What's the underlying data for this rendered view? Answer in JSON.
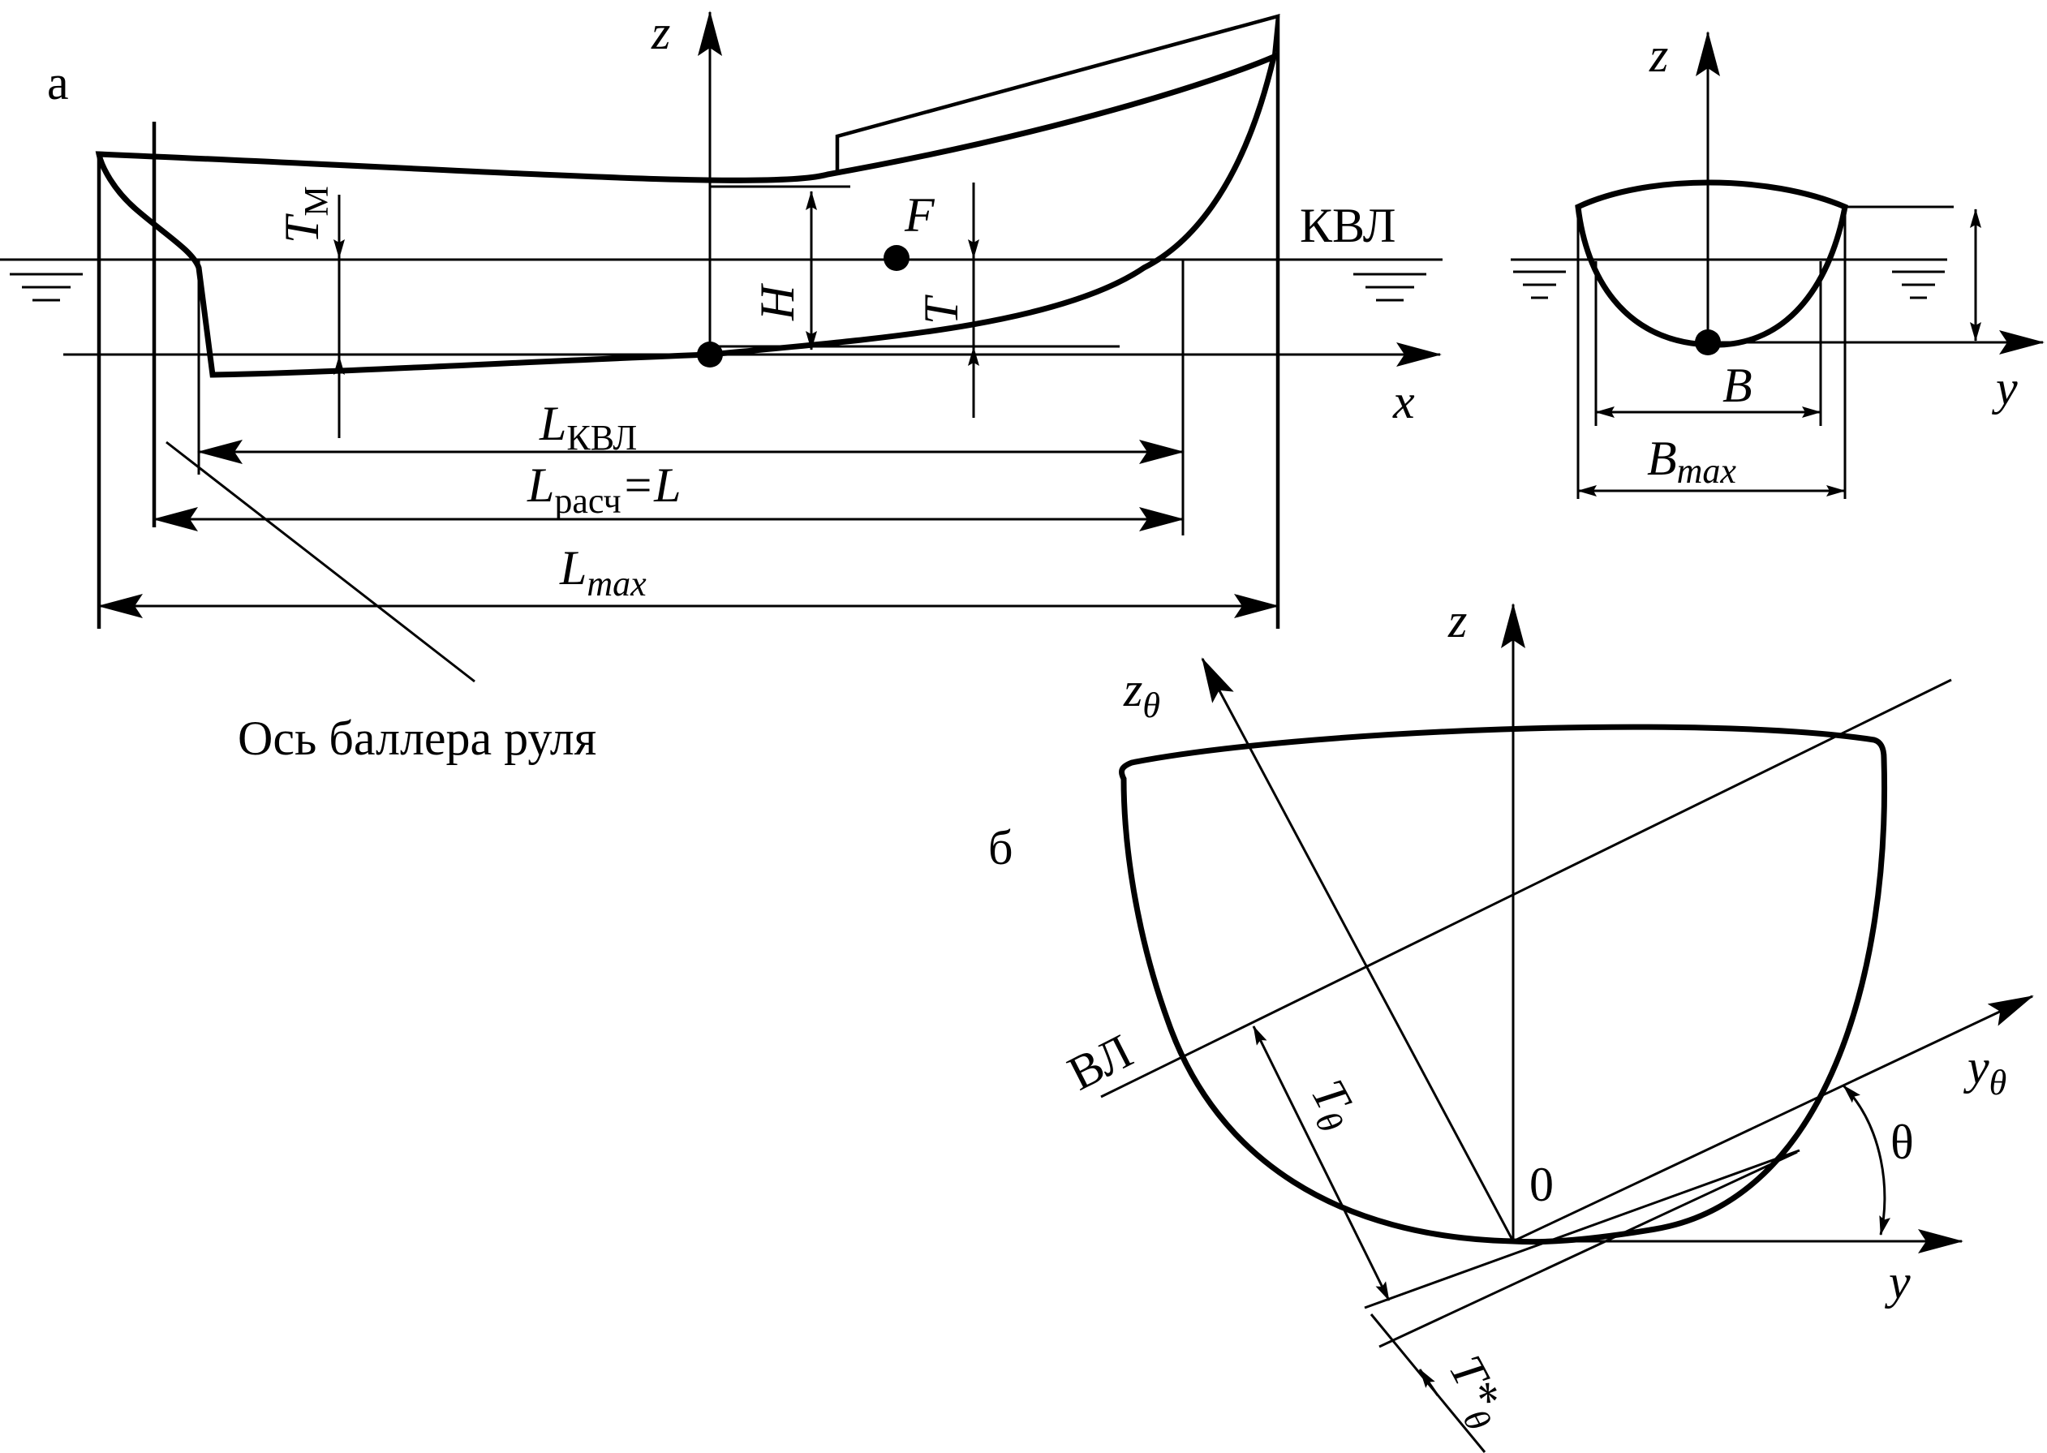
{
  "panel_a": {
    "label": "а",
    "axis_z": "z",
    "axis_x": "x",
    "waterline_label": "КВЛ",
    "point_F": "F",
    "dim_H": "H",
    "dim_T": "T",
    "dim_TM_main": "T",
    "dim_TM_sub": "М",
    "L_kvl_main": "L",
    "L_kvl_sub": "КВЛ",
    "L_calc_main": "L",
    "L_calc_sub": "расч",
    "L_calc_eq": "=L",
    "L_max_main": "L",
    "L_max_sub": "max",
    "rudder_note": "Ось баллера руля"
  },
  "section_view": {
    "axis_z": "z",
    "axis_y": "y",
    "B": "B",
    "Bmax_main": "B",
    "Bmax_sub": "max"
  },
  "panel_b": {
    "label": "б",
    "axis_z": "z",
    "axis_y": "y",
    "z_theta_main": "z",
    "z_theta_sub": "θ",
    "y_theta_main": "y",
    "y_theta_sub": "θ",
    "waterline_label": "ВЛ",
    "origin": "0",
    "angle": "θ",
    "T_theta_main": "T",
    "T_theta_sub": "θ",
    "T_star_main": "T*",
    "T_star_sub": "θ"
  }
}
